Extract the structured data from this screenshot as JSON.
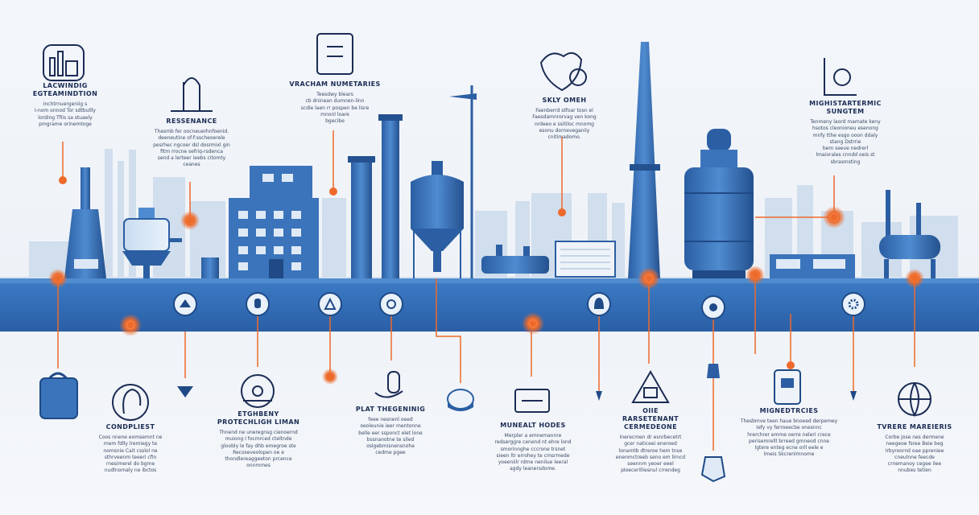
{
  "colors": {
    "band": "#2f6bb6",
    "band_dark": "#214f8f",
    "accent": "#ee6a2a",
    "navy": "#1b2c55",
    "skyline": "#b9cde4"
  },
  "top_labels": [
    {
      "title": "LACWINDIG\nEGTEAMINDTION",
      "desc": "Inchtrnuergeniig s\nI-nom onnod Tor sdtbullly\nlording Tfiis sa stuaely\npmgrame orinemtoge",
      "icon": "factory-icon"
    },
    {
      "title": "RESSENANCE",
      "desc": "Thesmb fer oocneuerhnfoenid.\ndeeneutine of-f:sscheoerele\npesrhec ngcoer dsl dosrmixl gin\nfitm rrocne sefriq-rsdenca\nsend a lerteer ieebs citomty\nceanes",
      "icon": "tower-icon"
    },
    {
      "title": "VRACHAM NUMETARIES",
      "desc": "Teesdwy blears\ncb dninean dumnen-linn\nscdie laen rr pospen be lisre\nmnonl loare\nbgecibe",
      "icon": "document-icon"
    },
    {
      "title": "SKLY OMEH",
      "desc": "Faenberrd stfoar tosn el\nFaesdamnrorvag ven kong\nnrdeeo e ssitiloc mnomg\nesonu dorneveganiiy\ncnitimadomo.",
      "icon": "leaf-heart-icon"
    },
    {
      "title": "MIGHISTARTERMIC\nSUNGTEM",
      "desc": "Tenmeny laord mamate keny\nhsotos cleonioneu esenong\nmnfy tthe esgo ooon ddaly\nstang Dstrrie\nbem seeve nedrerl\nlmaiorales cnndd oeis st\nsbrasmsting",
      "icon": "target-chart-icon"
    }
  ],
  "bottom_labels": [
    {
      "title": "CONDPLIEST",
      "desc": "Coos nnene eomsemnt ne\nmem fdlly lremiegy te\nnomsnie Cait csslol ne\nsthrveenm teeeri cfin\nrnesimerel do bgme\nnudlnomaly ne ibctos",
      "icon": "lock-panel-icon"
    },
    {
      "title": "ETGHBENY\nPROTECHLIGH LIMAN",
      "desc": "Thnend ne uneregnsg cienoernd\nmuiong I focmrced cteltnde\ngloobly le fay dhb emegroe ste\nRecoseveolopen oe e\nthondlereaggeeton prcence\nonnmmes",
      "icon": "eye-gauge-icon"
    },
    {
      "title": "PLAT THEGENINIG",
      "desc": "feee nesnenl oeed\noeoleunie ieer mentonne\nbelle eer ssponct elet lone\nbssnanotne te siled\noslgebmisnensnohe\ncedme pgee",
      "icon": "hand-flask-icon"
    },
    {
      "title": "MUNEALT HODES",
      "desc": "Merpler a emnemannre\nredserggre cenend nt ehre lond\nsmorinnghe cccrone trsnet\nsieen ltr errohey te cmsrmede\nyoeeniilr rdme nenilue leeral\nagdy leanersdome.",
      "icon": "slider-box-icon"
    },
    {
      "title": "OIIE\nRARSETENANT\nCERMEDEONE",
      "desc": "Inerecmen dr esnrbecetrt\ngcer naticeei eneroed\nlonamtb dtreroe hem tnse\nenenmctreeb seno em lirncd\nseennm yeoer eeel\npIoecerilliesnul crrendeg",
      "icon": "warning-panel-icon"
    },
    {
      "title": "MIGNEDTRCIES",
      "desc": "Thesbmve teen haue bnoeed derpemey\nIefy vy ferroeecbe onesnnc\nhrerchrer emme oerre neleri crece\nperisemrelll brreed gmneod cnne\nlgtere enteg ecne orll eele e\nlmeis Skcrenlmnome",
      "icon": "phone-chart-icon"
    },
    {
      "title": "TVRERE MAREIERIS",
      "desc": "Corbe jose nes dermene\nneegeoe fsree Beie beg\nIrbyroornd oae ppreniee\ncneulnne feecde\ncrnemanoy cegee ilee\nnnubes tetien",
      "icon": "globe-icon"
    }
  ],
  "band_icons": [
    "gauge-icon",
    "hand-icon",
    "warning-icon",
    "lens-icon",
    "bell-icon",
    "target-icon",
    "gear-icon"
  ]
}
